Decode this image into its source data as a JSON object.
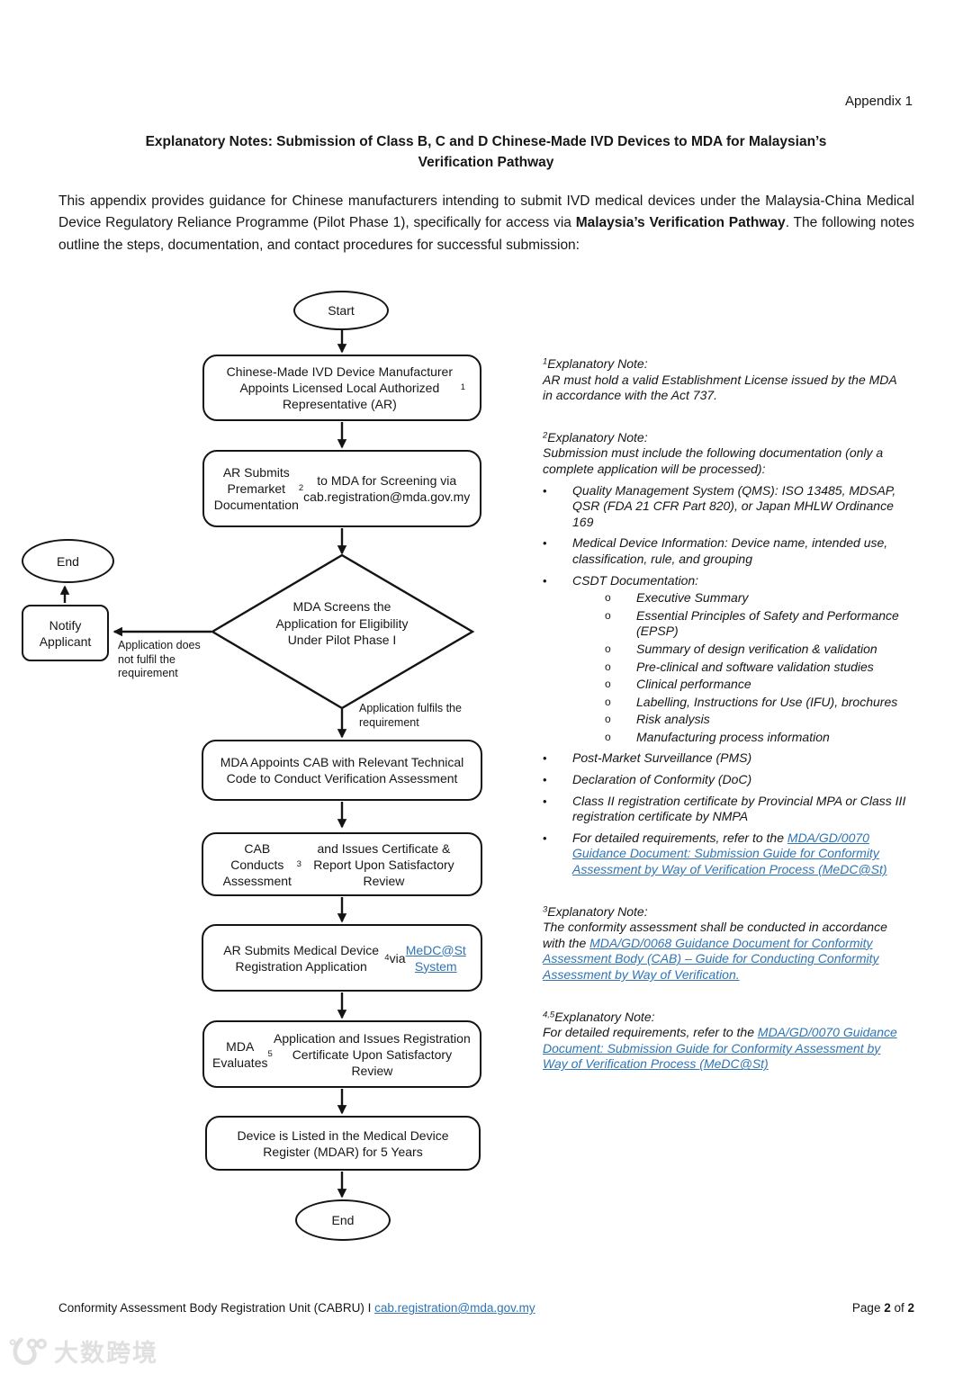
{
  "page": {
    "appendix_label": "Appendix 1",
    "title": {
      "line1": "Explanatory Notes: Submission of Class B, C and D Chinese-Made IVD Devices to MDA for Malaysian’s",
      "line2": "Verification Pathway"
    },
    "intro_segments": [
      {
        "t": "This appendix provides guidance for Chinese manufacturers intending to submit IVD medical devices under the Malaysia-China Medical Device Regulatory Reliance Programme (Pilot Phase 1), specifically for access via "
      },
      {
        "t": "Malaysia’s Verification Pathway",
        "b": true
      },
      {
        "t": ". The following notes outline the steps, documentation, and contact procedures for successful submission:"
      }
    ]
  },
  "icons": {
    "bullet": "•",
    "sub_bullet": "o"
  },
  "flowchart": {
    "start_label": "Start",
    "end_left_label": "End",
    "end_bottom_label": "End",
    "notify_label": "Notify Applicant",
    "decision_label": "MDA Screens the Application for Eligibility Under Pilot Phase I",
    "edge_no": "Application does not fulfil the requirement",
    "edge_yes": "Application fulfils the requirement",
    "step_appoint_ar": [
      {
        "t": "Chinese-Made IVD Device Manufacturer Appoints Licensed Local Authorized Representative (AR)"
      },
      {
        "t": "1",
        "sup": true
      }
    ],
    "step_submit_premarket": [
      {
        "t": "AR Submits Premarket Documentation"
      },
      {
        "t": "2",
        "sup": true
      },
      {
        "t": " to MDA for Screening via cab.registration@mda.gov.my"
      }
    ],
    "step_appoint_cab": "MDA Appoints CAB with Relevant Technical Code to Conduct Verification Assessment",
    "step_cab_assessment": [
      {
        "t": "CAB Conducts Assessment"
      },
      {
        "t": "3",
        "sup": true
      },
      {
        "t": " and Issues Certificate & Report Upon Satisfactory Review"
      }
    ],
    "step_submit_registration": [
      {
        "t": "AR Submits Medical Device Registration Application"
      },
      {
        "t": "4",
        "sup": true
      },
      {
        "t": " via "
      },
      {
        "t": "MeDC@St System",
        "link": true,
        "name": "medcst-system-link"
      }
    ],
    "step_mda_evaluates": [
      {
        "t": "MDA Evaluates"
      },
      {
        "t": "5",
        "sup": true
      },
      {
        "t": " Application and Issues Registration Certificate Upon Satisfactory Review"
      }
    ],
    "step_device_listed": "Device is Listed in the Medical Device Register (MDAR) for 5 Years"
  },
  "notes": {
    "note1": {
      "header": [
        {
          "t": "1",
          "sup": true
        },
        {
          "t": "Explanatory Note:"
        }
      ],
      "body": [
        {
          "t": "AR must hold a valid Establishment License issued by the MDA in accordance with the Act 737."
        }
      ]
    },
    "note2": {
      "header": [
        {
          "t": "2",
          "sup": true
        },
        {
          "t": "Explanatory Note:"
        }
      ],
      "intro": "Submission must include the following documentation (only a complete application will be processed):",
      "bullets": [
        {
          "segs": [
            {
              "t": "Quality Management System (QMS): ISO 13485, MDSAP, QSR (FDA 21 CFR Part 820), or Japan MHLW Ordinance 169"
            }
          ]
        },
        {
          "segs": [
            {
              "t": "Medical Device Information: Device name, intended use, classification, rule, and grouping"
            }
          ]
        },
        {
          "segs": [
            {
              "t": "CSDT Documentation:"
            }
          ],
          "sub": [
            "Executive Summary",
            "Essential Principles of Safety and Performance (EPSP)",
            "Summary of design verification & validation",
            "Pre-clinical and software validation studies",
            "Clinical performance",
            "Labelling, Instructions for Use (IFU), brochures",
            "Risk analysis",
            "Manufacturing process information"
          ]
        },
        {
          "segs": [
            {
              "t": "Post-Market Surveillance (PMS)"
            }
          ]
        },
        {
          "segs": [
            {
              "t": "Declaration of Conformity (DoC)"
            }
          ]
        },
        {
          "segs": [
            {
              "t": "Class II registration certificate by Provincial MPA or Class III registration certificate by NMPA"
            }
          ]
        },
        {
          "segs": [
            {
              "t": "For detailed requirements, refer to the "
            },
            {
              "t": "MDA/GD/0070 Guidance Document: Submission Guide for Conformity Assessment by Way of Verification Process (MeDC@St)",
              "link": true,
              "name": "guidance-0070-link"
            }
          ]
        }
      ]
    },
    "note3": {
      "header": [
        {
          "t": "3",
          "sup": true
        },
        {
          "t": "Explanatory Note:"
        }
      ],
      "body": [
        {
          "t": "The conformity assessment shall be conducted in accordance with the "
        },
        {
          "t": "MDA/GD/0068 Guidance Document for Conformity Assessment Body (CAB) – Guide for Conducting Conformity Assessment by Way of Verification.",
          "link": true,
          "name": "guidance-0068-link"
        }
      ]
    },
    "note45": {
      "header": [
        {
          "t": "4,5",
          "sup": true
        },
        {
          "t": "Explanatory Note:"
        }
      ],
      "body": [
        {
          "t": "For detailed requirements, refer to the "
        },
        {
          "t": "MDA/GD/0070 Guidance Document: Submission Guide for Conformity Assessment by Way of Verification Process (MeDC@St)",
          "link": true,
          "name": "guidance-0070-link-2"
        }
      ]
    }
  },
  "footer": {
    "left": [
      {
        "t": "Conformity Assessment Body Registration Unit (CABRU) I "
      },
      {
        "t": "cab.registration@mda.gov.my",
        "link": true,
        "name": "footer-email-link"
      }
    ],
    "right": [
      {
        "t": "Page "
      },
      {
        "t": "2",
        "b": true
      },
      {
        "t": " of "
      },
      {
        "t": "2",
        "b": true
      }
    ]
  },
  "watermark": {
    "text": "大数跨境"
  }
}
